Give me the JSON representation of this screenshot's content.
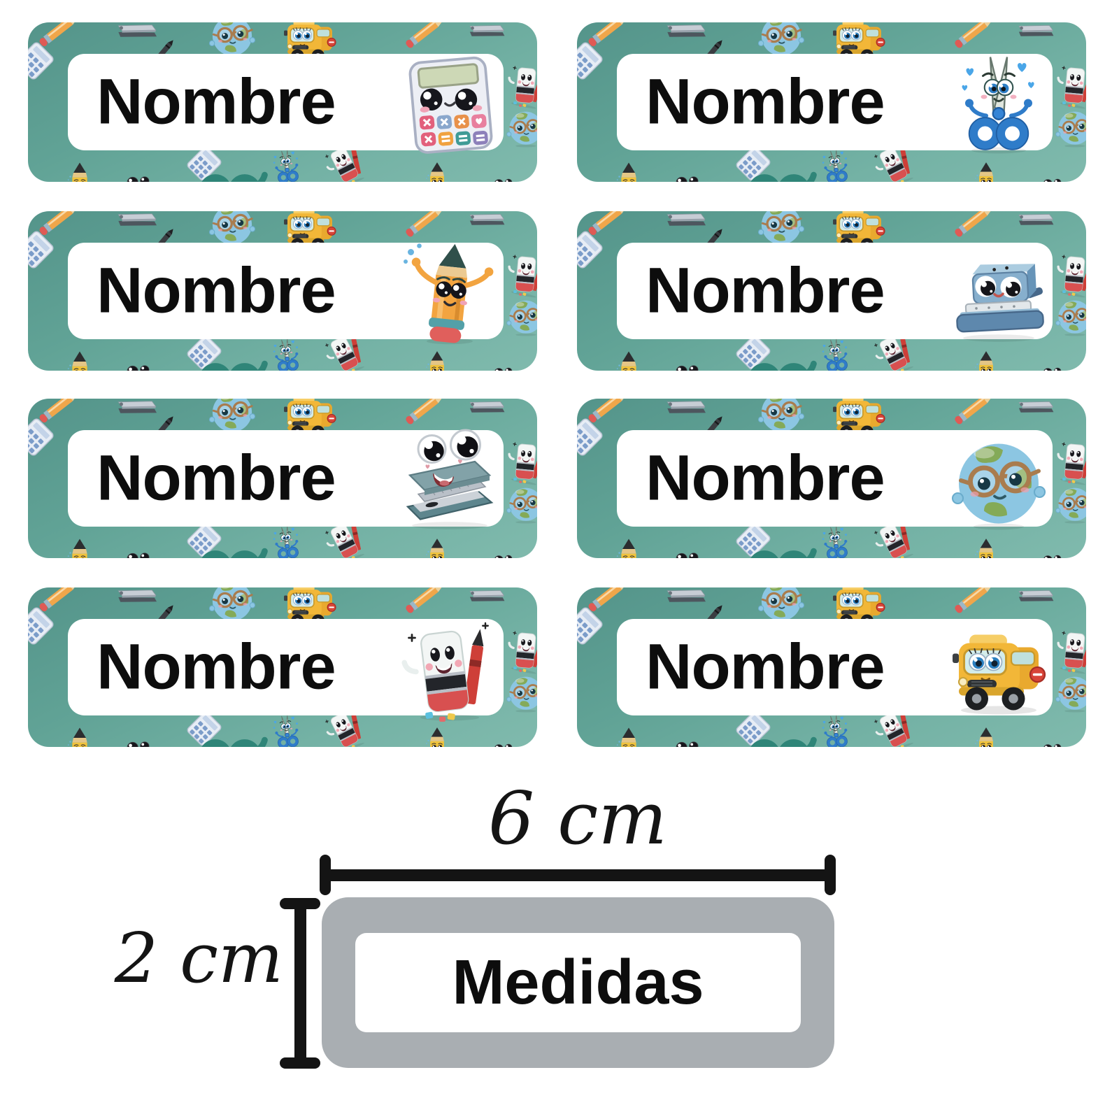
{
  "stickers": {
    "items": [
      {
        "text": "Nombre",
        "icon": "calculator-icon",
        "icon_href": "#ic-calculator"
      },
      {
        "text": "Nombre",
        "icon": "scissors-icon",
        "icon_href": "#ic-scissors"
      },
      {
        "text": "Nombre",
        "icon": "pencil-icon",
        "icon_href": "#ic-pencil"
      },
      {
        "text": "Nombre",
        "icon": "hole-punch-icon",
        "icon_href": "#ic-holepunch"
      },
      {
        "text": "Nombre",
        "icon": "stapler-icon",
        "icon_href": "#ic-stapler"
      },
      {
        "text": "Nombre",
        "icon": "globe-icon",
        "icon_href": "#ic-globe"
      },
      {
        "text": "Nombre",
        "icon": "eraser-icon",
        "icon_href": "#ic-eraser"
      },
      {
        "text": "Nombre",
        "icon": "school-bus-icon",
        "icon_href": "#ic-bus"
      }
    ]
  },
  "diagram": {
    "width_label": "6 cm",
    "height_label": "2 cm",
    "box_label": "Medidas"
  },
  "colors": {
    "sticker_teal": "#61a396",
    "pattern_swirl_teal": "#2f8578",
    "plate_white": "#ffffff",
    "text_black": "#0d0d0d",
    "measure_black": "#141414",
    "diagram_gray": "#a9aeb2"
  }
}
